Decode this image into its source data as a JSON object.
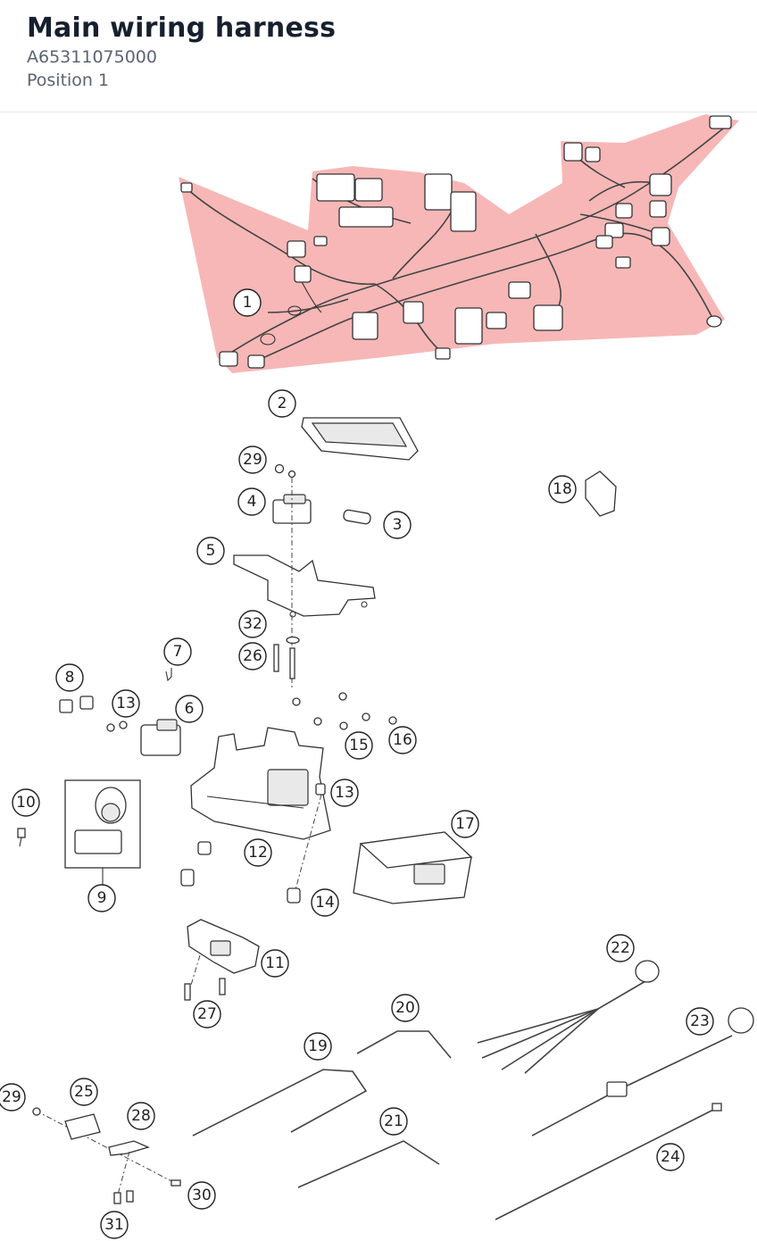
{
  "header": {
    "title": "Main wiring harness",
    "part_number": "A65311075000",
    "position": "Position 1"
  },
  "highlight_color": "#f7b3b3",
  "callouts": {
    "c1": "1",
    "c2": "2",
    "c3": "3",
    "c4": "4",
    "c5": "5",
    "c6": "6",
    "c7": "7",
    "c8": "8",
    "c9": "9",
    "c10": "10",
    "c11": "11",
    "c12": "12",
    "c13a": "13",
    "c13b": "13",
    "c14": "14",
    "c15": "15",
    "c16": "16",
    "c17": "17",
    "c18": "18",
    "c19": "19",
    "c20": "20",
    "c21": "21",
    "c22": "22",
    "c23": "23",
    "c24": "24",
    "c25": "25",
    "c26": "26",
    "c27": "27",
    "c28": "28",
    "c29a": "29",
    "c29b": "29",
    "c30": "30",
    "c31": "31",
    "c32": "32"
  }
}
